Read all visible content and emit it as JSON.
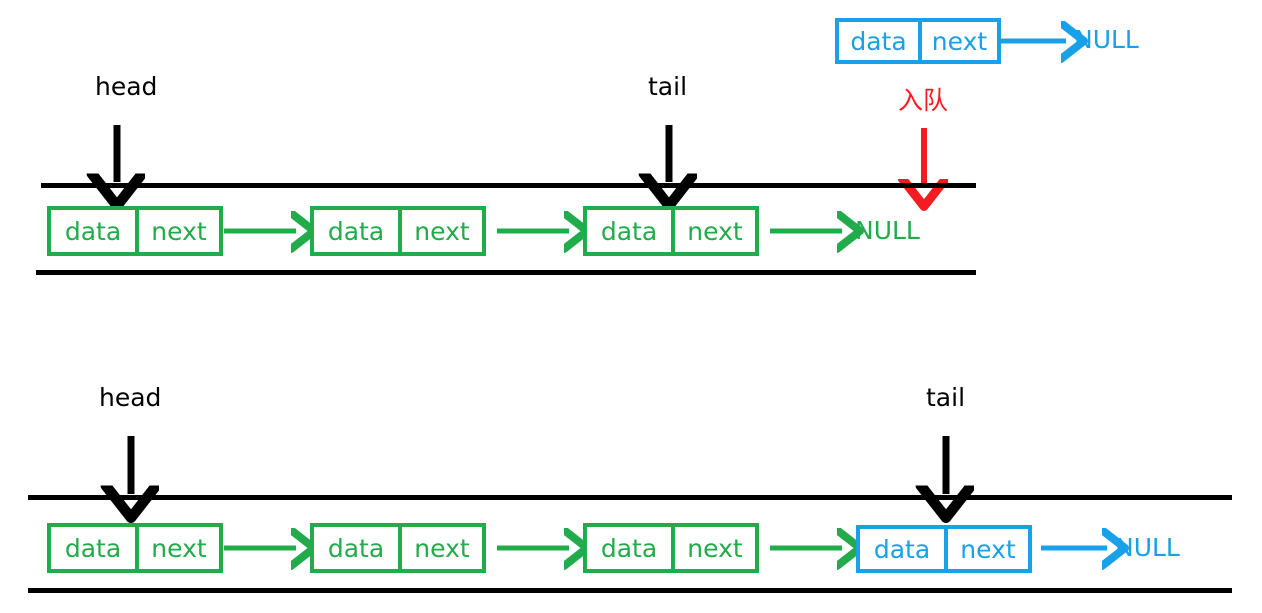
{
  "diagram": {
    "title": "Linked-list queue enqueue operation",
    "colors": {
      "green": "#22ab4b",
      "blue": "#18a0e8",
      "red": "#f31c22",
      "black": "#000000",
      "background": "#ffffff"
    },
    "node_labels": {
      "data": "data",
      "next": "next"
    },
    "null_label": "NULL",
    "pointer_labels": {
      "head": "head",
      "tail": "tail"
    },
    "operation_label": "入队"
  },
  "stage_before": {
    "name": "before-enqueue",
    "pointers": [
      {
        "name": "head",
        "label": "head"
      },
      {
        "name": "tail",
        "label": "tail"
      }
    ],
    "incoming_node": {
      "data": "data",
      "next": "next",
      "terminator": "NULL",
      "operation": "入队"
    },
    "nodes": [
      {
        "data": "data",
        "next": "next",
        "color": "green"
      },
      {
        "data": "data",
        "next": "next",
        "color": "green"
      },
      {
        "data": "data",
        "next": "next",
        "color": "green"
      }
    ],
    "terminator": "NULL"
  },
  "stage_after": {
    "name": "after-enqueue",
    "pointers": [
      {
        "name": "head",
        "label": "head"
      },
      {
        "name": "tail",
        "label": "tail"
      }
    ],
    "nodes": [
      {
        "data": "data",
        "next": "next",
        "color": "green"
      },
      {
        "data": "data",
        "next": "next",
        "color": "green"
      },
      {
        "data": "data",
        "next": "next",
        "color": "green"
      },
      {
        "data": "data",
        "next": "next",
        "color": "blue"
      }
    ],
    "terminator": "NULL"
  }
}
